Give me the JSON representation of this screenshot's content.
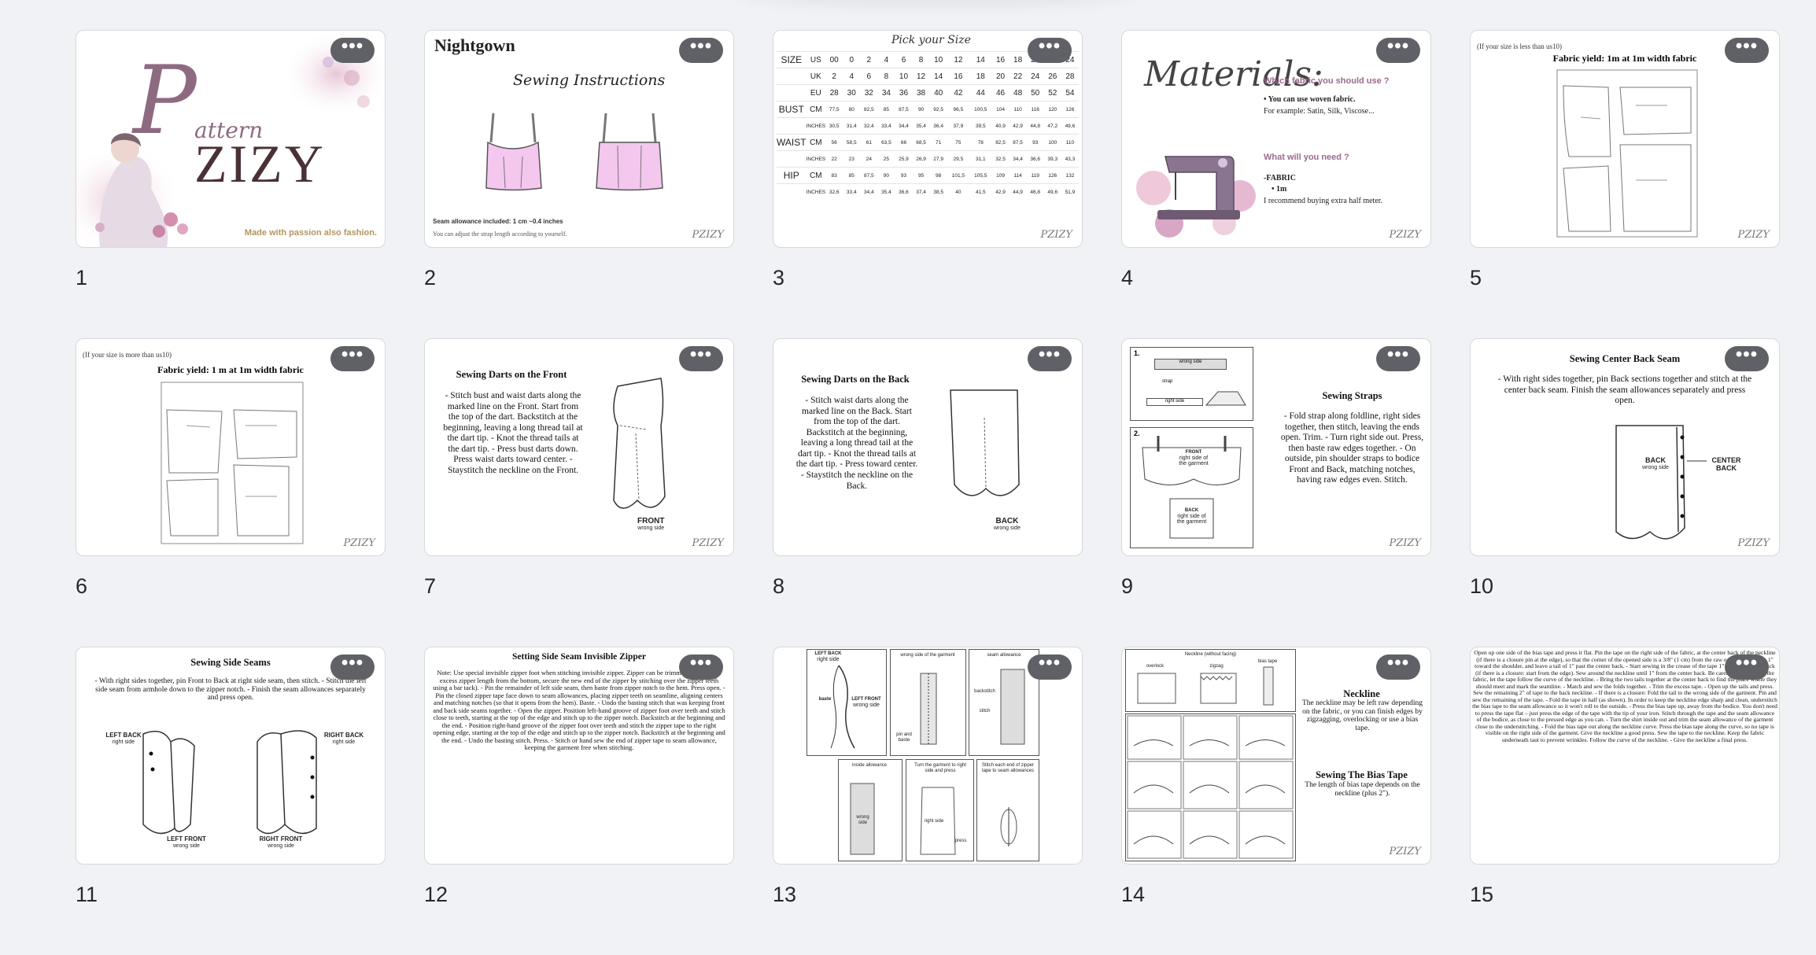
{
  "menu_label": "•••",
  "watermark": "PZIZY",
  "pages": [
    {
      "num": "1",
      "pattern_initial": "P",
      "pattern_rest": "attern",
      "brand": "ZIZY",
      "tagline": "Made with passion also fashion."
    },
    {
      "num": "2",
      "title": "Nightgown",
      "subtitle": "Sewing Instructions",
      "note1": "Seam allowance included: 1 cm ~0.4 inches",
      "note2": "You can adjust the strap length according to yourself."
    },
    {
      "num": "3",
      "title": "Pick your Size"
    },
    {
      "num": "4",
      "title": "Materials:",
      "q1": "Which fabric you should use ?",
      "b1": "You can use woven fabric.",
      "e1": "For example: Satin, Silk, Viscose...",
      "q2": "What will you need ?",
      "b2": "-FABRIC",
      "b3": "1m",
      "e2": "I recommend buying extra half meter."
    },
    {
      "num": "5",
      "note": "(If your size is less than us10)",
      "title": "Fabric yield: 1m at 1m width fabric"
    },
    {
      "num": "6",
      "note": "(If your size is more than us10)",
      "title": "Fabric yield: 1 m at 1m width fabric"
    },
    {
      "num": "7",
      "title": "Sewing Darts on the Front",
      "text": "- Stitch bust and waist darts along the marked line on the Front. Start from the top of the dart. Backstitch at the beginning, leaving a long thread tail at the dart tip. - Knot the thread tails at the dart tip. - Press bust darts down. Press waist darts toward center. - Staystitch the neckline on the Front.",
      "label": "FRONT",
      "sublabel": "wrong side"
    },
    {
      "num": "8",
      "title": "Sewing Darts on the Back",
      "text": "- Stitch waist darts along the marked line on the Back. Start from the top of the dart. Backstitch at the beginning, leaving a long thread tail at the dart tip. - Knot the thread tails at the dart tip. - Press toward center. - Staystitch the neckline on the Back.",
      "label": "BACK",
      "sublabel": "wrong side"
    },
    {
      "num": "9",
      "title": "Sewing Straps",
      "text": "- Fold strap along foldline, right sides together, then stitch, leaving the ends open. Trim. - Turn right side out. Press, then baste raw edges together. - On outside, pin shoulder straps to bodice Front and Back, matching notches, having raw edges even. Stitch.",
      "s1": "1.",
      "s2": "2.",
      "l_wrong": "wrong side",
      "l_strap": "strap",
      "l_right": "right side",
      "l_front": "FRONT",
      "l_front_sub": "right side of the garment",
      "l_back": "BACK",
      "l_back_sub": "right side of the garment"
    },
    {
      "num": "10",
      "title": "Sewing Center Back Seam",
      "text": "- With right sides together, pin Back sections together and stitch at the center back seam. Finish the seam allowances separately and press open.",
      "label": "BACK",
      "sublabel": "wrong side",
      "label2": "CENTER BACK"
    },
    {
      "num": "11",
      "title": "Sewing Side Seams",
      "text": "- With right sides together, pin Front to Back at right side seam, then stitch. - Stitch the left side seam from armhole down to the zipper notch. - Finish the seam allowances separately and press open.",
      "lb": "LEFT BACK",
      "rb": "RIGHT BACK",
      "lf": "LEFT FRONT",
      "rf": "RIGHT FRONT",
      "rs": "right side",
      "ws": "wrong side"
    },
    {
      "num": "12",
      "title": "Setting Side Seam Invisible Zipper",
      "text": "Note: Use special invisible zipper foot when stitching invisible zipper. Zipper can be trimmed (remove the excess zipper length from the bottom, secure the new end of the zipper by stitching over the zipper teeth using a bar tack). - Pin the remainder of left side seam, then baste from zipper notch to the hem. Press open. - Pin the closed zipper tape face down to seam allowances, placing zipper teeth on seamline, aligning centers and matching notches (so that it opens from the hem). Baste. - Undo the basting stitch that was keeping front and back side seams together. - Open the zipper. Position left-hand groove of zipper foot over teeth and stitch close to teeth, starting at the top of the edge and stitch up to the zipper notch. Backstitch at the beginning and the end. - Position right-hand groove of the zipper foot over teeth and stitch the zipper tape to the right opening edge, starting at the top of the edge and stitch up to the zipper notch. Backstitch at the beginning and the end. - Undo the basting stitch. Press. - Stitch or hand sew the end of zipper tape to seam allowance, keeping the garment free when stitching."
    },
    {
      "num": "13",
      "lb": "LEFT BACK",
      "lb_sub": "right side",
      "lf": "LEFT FRONT",
      "lf_sub": "wrong side",
      "baste": "baste",
      "w1": "wrong side of the garment",
      "seam": "seam allowance",
      "back": "backstitch",
      "stitch": "stitch",
      "wrong": "wrong side",
      "pin": "pin and baste",
      "z1": "inside allowance",
      "turn": "Turn the garment to right side and press",
      "z2": "Stitch each end of zipper tape to seam allowances",
      "right": "right side",
      "press": "press"
    },
    {
      "num": "14",
      "d_title": "Neckline (without facing)",
      "d_a": "overlock",
      "d_b": "zigzag",
      "d_c": "bias tape",
      "t1": "Neckline",
      "x1": "The neckline may be left raw depending on the fabric, or you can finish edges by zigzagging, overlocking or use a bias tape.",
      "t2": "Sewing The Bias Tape",
      "x2": "The length of bias tape depends on the neckline (plus 2\")."
    },
    {
      "num": "15",
      "text": "Open up one side of the bias tape and press it flat. Pin the tape on the right side of the fabric, at the center back of the neckline (if there is a closure pin at the edge), so that the corner of the opened side is a 3/8\" (1 cm) from the raw edge. Pin the tape 1\" toward the shoulder, and leave a tail of 1\" past the center back. - Start sewing in the crease of the tape 1\" from the center back (if there is a closure: start from the edge). Sew around the neckline until 1\" from the center back. Be careful not to stretch the fabric, let the tape follow the curve of the neckline. - Bring the two tails together at the center back to find the place where they should meet and mark the seamline. - Match and sew the folds together. - Trim the excess tape. - Open up the tails and press. Sew the remaining 2\" of tape to the back neckline. - If there is a closure: Fold the tail to the wrong side of the garment. Pin and sew the remaining of the tape. - Fold the tape in half (as shown). In order to keep the neckline edge sharp and clean, understitch the bias tape to the seam allowance so it won't roll to the outside. - Press the bias tape up, away from the bodice. You don't need to press the tape flat – just press the edge of the tape with the tip of your iron. Stitch through the tape and the seam allowance of the bodice, as close to the pressed edge as you can. - Turn the shirt inside out and trim the seam allowance of the garment close to the understitching. - Fold the bias tape out along the neckline curve. Press the bias tape along the curve, so no tape is visible on the right side of the garment. Give the neckline a good press. Sew the tape to the neckline. Keep the fabric underneath taut to prevent wrinkles. Follow the curve of the neckline. - Give the neckline a final press."
    }
  ],
  "size_chart": {
    "rows": [
      {
        "group": "SIZE",
        "unit": "US",
        "values": [
          "00",
          "0",
          "2",
          "4",
          "6",
          "8",
          "10",
          "12",
          "14",
          "16",
          "18",
          "20",
          "22",
          "24"
        ]
      },
      {
        "group": "",
        "unit": "UK",
        "values": [
          "2",
          "4",
          "6",
          "8",
          "10",
          "12",
          "14",
          "16",
          "18",
          "20",
          "22",
          "24",
          "26",
          "28"
        ]
      },
      {
        "group": "",
        "unit": "EU",
        "values": [
          "28",
          "30",
          "32",
          "34",
          "36",
          "38",
          "40",
          "42",
          "44",
          "46",
          "48",
          "50",
          "52",
          "54"
        ]
      },
      {
        "group": "BUST",
        "unit": "CM",
        "values": [
          "77,5",
          "80",
          "82,5",
          "85",
          "87,5",
          "90",
          "92,5",
          "96,5",
          "100,5",
          "104",
          "110",
          "116",
          "120",
          "126"
        ]
      },
      {
        "group": "",
        "unit": "INCHES",
        "values": [
          "30,5",
          "31,4",
          "32,4",
          "33,4",
          "34,4",
          "35,4",
          "36,4",
          "37,9",
          "39,5",
          "40,9",
          "42,9",
          "44,8",
          "47,2",
          "49,6"
        ]
      },
      {
        "group": "WAIST",
        "unit": "CM",
        "values": [
          "56",
          "58,5",
          "61",
          "63,5",
          "66",
          "68,5",
          "71",
          "75",
          "78",
          "82,5",
          "87,5",
          "93",
          "100",
          "110"
        ]
      },
      {
        "group": "",
        "unit": "INCHES",
        "values": [
          "22",
          "23",
          "24",
          "25",
          "25,9",
          "26,9",
          "27,9",
          "29,5",
          "31,1",
          "32,5",
          "34,4",
          "36,6",
          "39,3",
          "43,3"
        ]
      },
      {
        "group": "HIP",
        "unit": "CM",
        "values": [
          "83",
          "85",
          "87,5",
          "90",
          "93",
          "95",
          "98",
          "101,5",
          "105,5",
          "109",
          "114",
          "119",
          "126",
          "132"
        ]
      },
      {
        "group": "",
        "unit": "INCHES",
        "values": [
          "32,6",
          "33,4",
          "34,4",
          "35,4",
          "36,6",
          "37,4",
          "38,5",
          "40",
          "41,5",
          "42,9",
          "44,9",
          "46,8",
          "49,6",
          "51,9"
        ]
      }
    ]
  }
}
